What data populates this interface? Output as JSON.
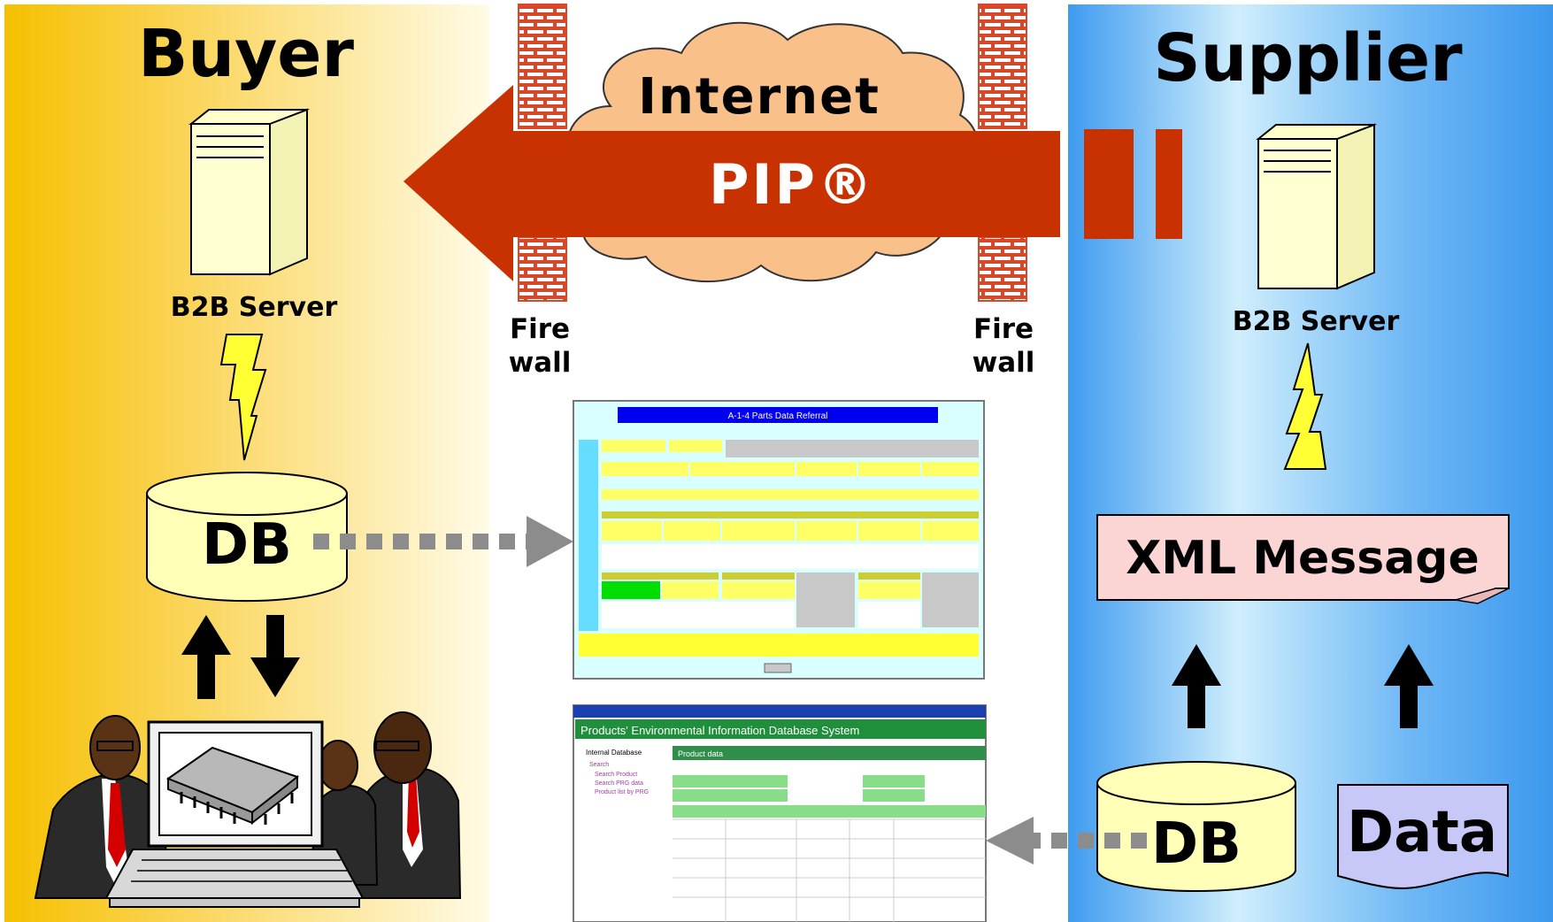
{
  "buyer": {
    "title": "Buyer",
    "server_label": "B2B Server",
    "db_label": "DB"
  },
  "supplier": {
    "title": "Supplier",
    "server_label": "B2B Server",
    "xml_label": "XML Message",
    "db_label": "DB",
    "data_label": "Data"
  },
  "internet": {
    "cloud_label": "Internet",
    "pip_label": "PIP®"
  },
  "firewalls": {
    "left": {
      "line1": "Fire",
      "line2": "wall"
    },
    "right": {
      "line1": "Fire",
      "line2": "wall"
    }
  },
  "screenshots": {
    "form": {
      "title": "A-1-4 Parts Data Referral"
    },
    "database": {
      "title": "Products' Environmental Information Database System",
      "subtitle": "Product data",
      "sidebar_header": "Internal Database",
      "sidebar_links": [
        "Search",
        "Search Product",
        "Search PRG data",
        "Product list by PRG"
      ]
    }
  },
  "colors": {
    "buyer_bg": "#f7c52a",
    "supplier_bg": "#4aa8f2",
    "arrow": "#c83200",
    "cloud": "#f9c08a",
    "firewall": "#d9472b",
    "db_fill": "#ffffb8",
    "xml_fill": "#fbd4d4",
    "data_fill": "#c8c8f8"
  }
}
